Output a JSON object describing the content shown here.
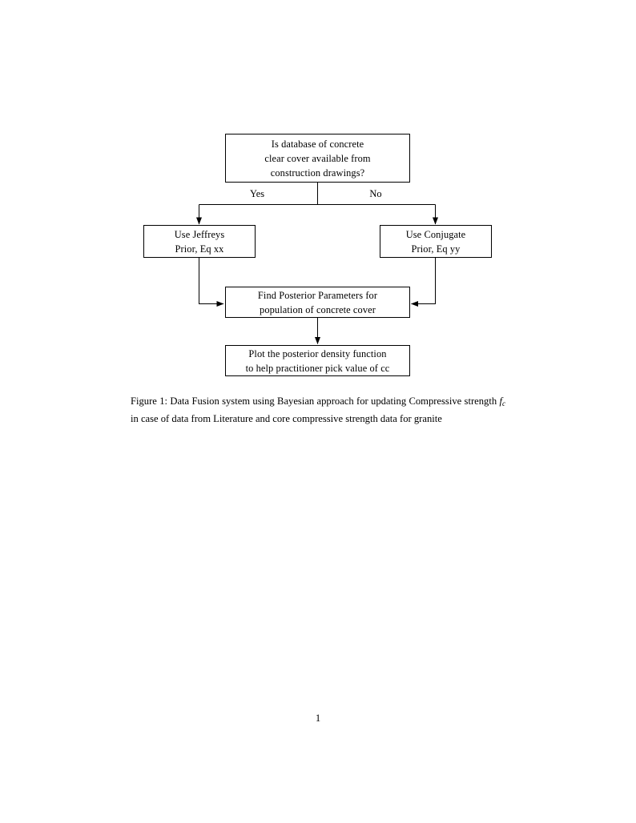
{
  "document": {
    "page_number": "1"
  },
  "figure": {
    "nodes": {
      "decision": {
        "line1": "Is database of concrete",
        "line2": "clear cover available from",
        "line3": "construction drawings?"
      },
      "jeffreys": {
        "line1": "Use Jeffreys",
        "line2": "Prior, Eq xx"
      },
      "conjugate": {
        "line1": "Use Conjugate",
        "line2": "Prior, Eq yy"
      },
      "posterior": {
        "line1": "Find Posterior Parameters for",
        "line2": "population of concrete cover"
      },
      "plot": {
        "line1": "Plot the posterior density function",
        "line2": "to help practitioner pick value of cc"
      }
    },
    "edge_labels": {
      "yes": "Yes",
      "no": "No"
    },
    "line_color": "#000000"
  },
  "caption": {
    "label": "Figure 1:",
    "text_before_symbol": "Data Fusion system using Bayesian approach for updating Compressive strength",
    "symbol_base": "f",
    "symbol_sub": "c",
    "text_after_symbol": "in case of data from Literature and core compressive strength data for granite"
  }
}
